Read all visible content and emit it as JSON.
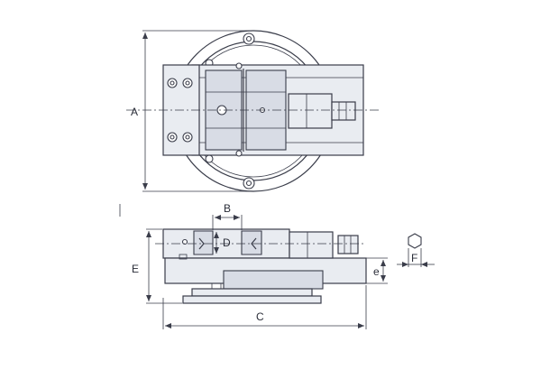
{
  "labels": {
    "A": "A",
    "B": "B",
    "C": "C",
    "D": "D",
    "E": "E",
    "F": "F",
    "e": "e"
  }
}
